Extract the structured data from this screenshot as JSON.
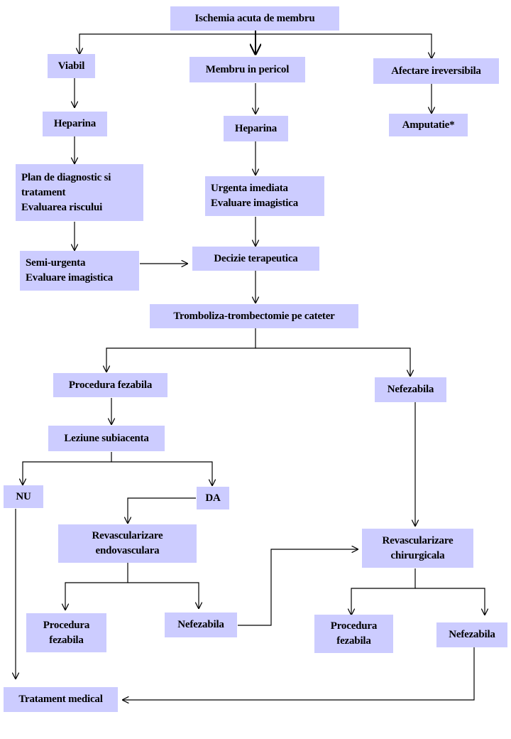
{
  "colors": {
    "box_fill": "#ccccff",
    "line": "#000000",
    "text": "#000000"
  },
  "flowchart": {
    "root": "Ischemia acuta de membru",
    "viabil": "Viabil",
    "pericol": "Membru in pericol",
    "ireversibil": "Afectare ireversibila",
    "heparina_left": "Heparina",
    "heparina_mid": "Heparina",
    "amputatie": "Amputatie*",
    "plan": [
      "Plan de diagnostic si",
      "tratament",
      "Evaluarea riscului"
    ],
    "urgenta": [
      "Urgenta imediata",
      "Evaluare imagistica"
    ],
    "semiurgenta": [
      "Semi-urgenta",
      "Evaluare imagistica"
    ],
    "decizie": "Decizie terapeutica",
    "tromboliza": "Tromboliza-trombectomie pe cateter",
    "procedura_fezabila": "Procedura fezabila",
    "nefezabila_right": "Nefezabila",
    "leziune": "Leziune subiacenta",
    "nu": "NU",
    "da": "DA",
    "revasc_endo": [
      "Revascularizare",
      "endovasculara"
    ],
    "revasc_chir": [
      "Revascularizare",
      "chirurgicala"
    ],
    "endo_fezabila": [
      "Procedura",
      "fezabila"
    ],
    "endo_nefezabila": "Nefezabila",
    "chir_fezabila": [
      "Procedura",
      "fezabila"
    ],
    "chir_nefezabila": "Nefezabila",
    "tratament": "Tratament medical"
  }
}
